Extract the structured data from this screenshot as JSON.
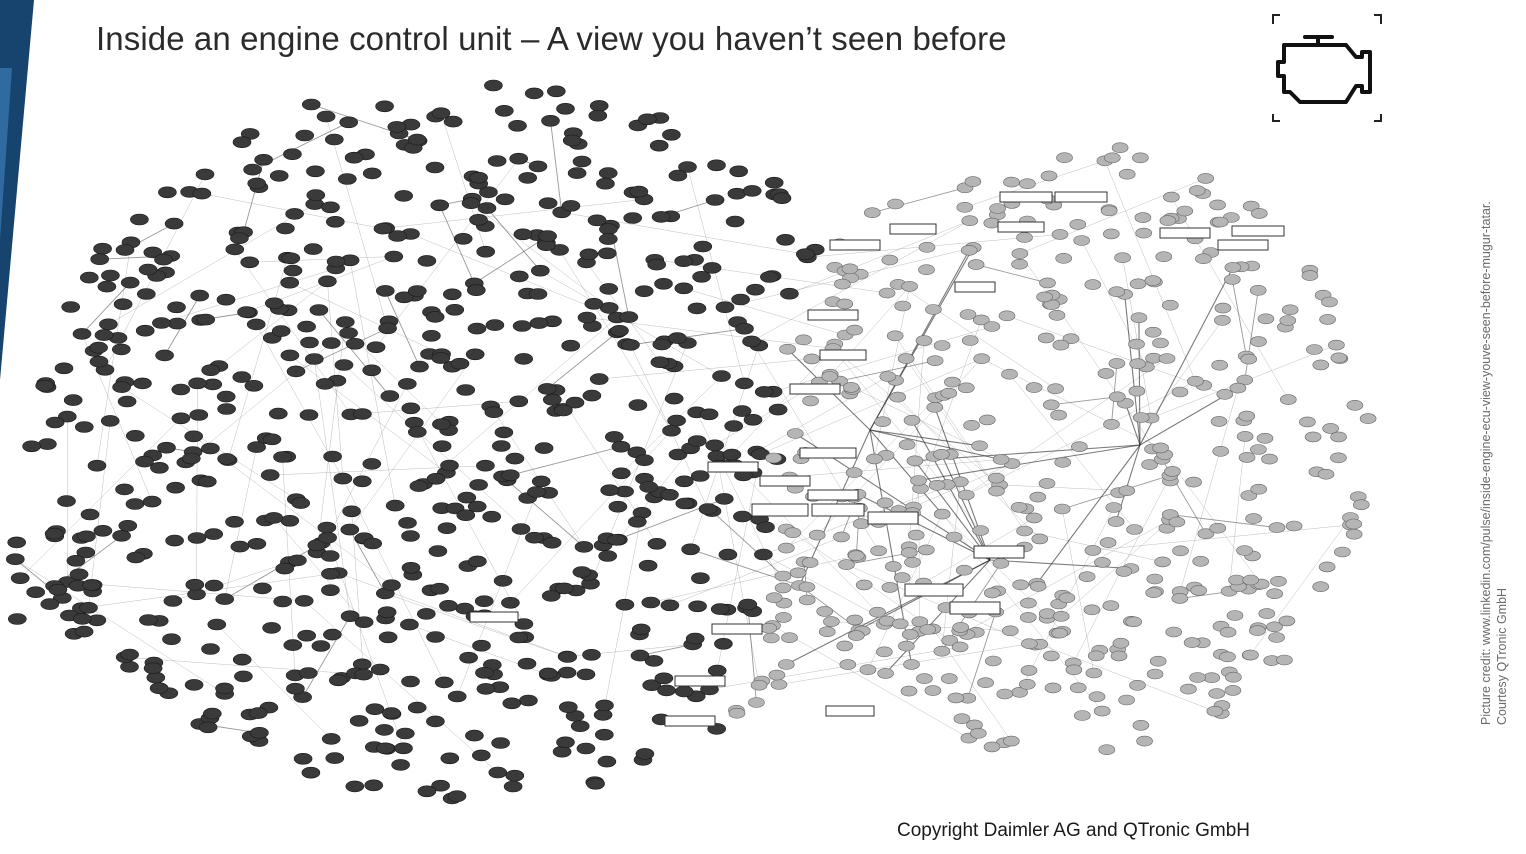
{
  "slide": {
    "title": "Inside an engine control unit – A view you haven’t seen before",
    "copyright": "Copyright Daimler AG and QTronic GmbH",
    "credit_line1": "Picture credit: www.linkedin.com/pulse/inside-engine-ecu-view-youve-seen-before-mugur-tatar.",
    "credit_line2": "Courtesy QTronic GmbH"
  },
  "icons": {
    "engine": "engine-check-icon"
  },
  "colors": {
    "accent_dark": "#17446e",
    "accent_light": "#2f6aa0",
    "dark_node": "#3a3a3a",
    "light_node": "#b5b5b5"
  }
}
